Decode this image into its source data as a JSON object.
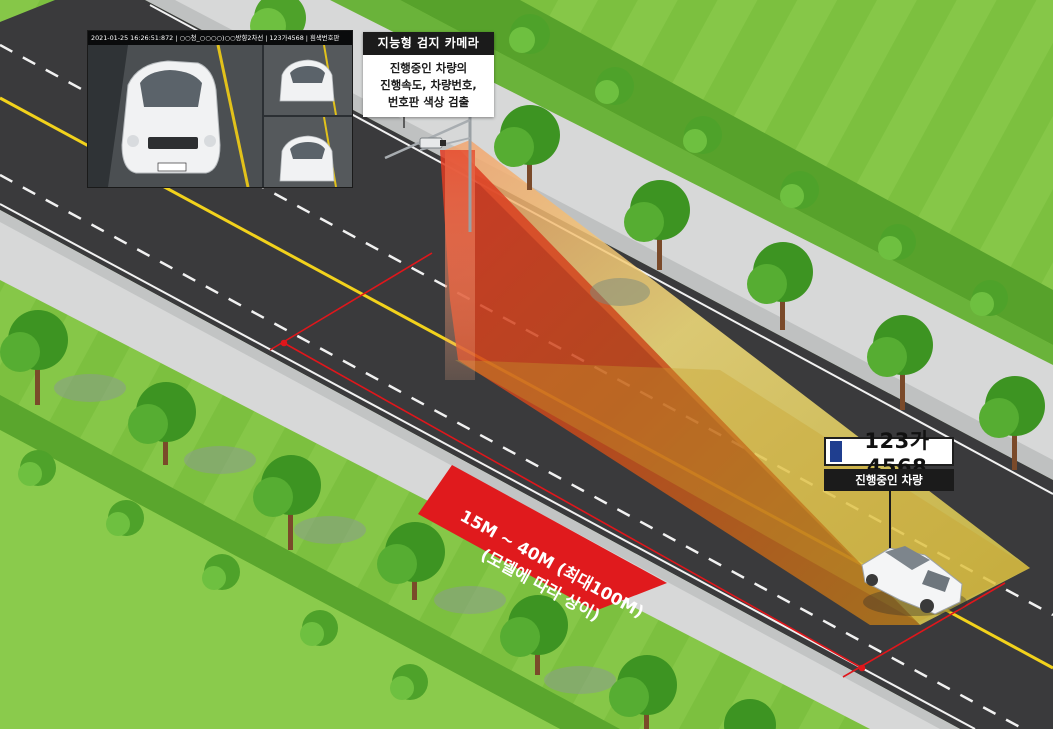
{
  "camera_feed": {
    "caption": "2021-01-25 16:26:51:872 | ○○청_○○○○)○○방향2차선 | 123가4568 | 흰색번호판"
  },
  "camera_callout": {
    "title": "지능형 검지 카메라",
    "lines": [
      "진행중인 차량의",
      "진행속도, 차량번호,",
      "번호판 색상 검출"
    ]
  },
  "vehicle": {
    "plate": "123가 4568",
    "label": "진행중인 차량"
  },
  "distance": {
    "line1": "15M ~ 40M (최대100M)",
    "line2": "(모델에 따라 상이)"
  },
  "colors": {
    "grass": "#7cc03f",
    "grass_light": "#a6d86a",
    "road": "#3a3a3c",
    "sidewalk": "#d7d8d8",
    "lane_yellow": "#f2d21c",
    "measure_red": "#e0161b",
    "detection_red": "#d2301f",
    "detection_yellow": "#f5e27a"
  }
}
